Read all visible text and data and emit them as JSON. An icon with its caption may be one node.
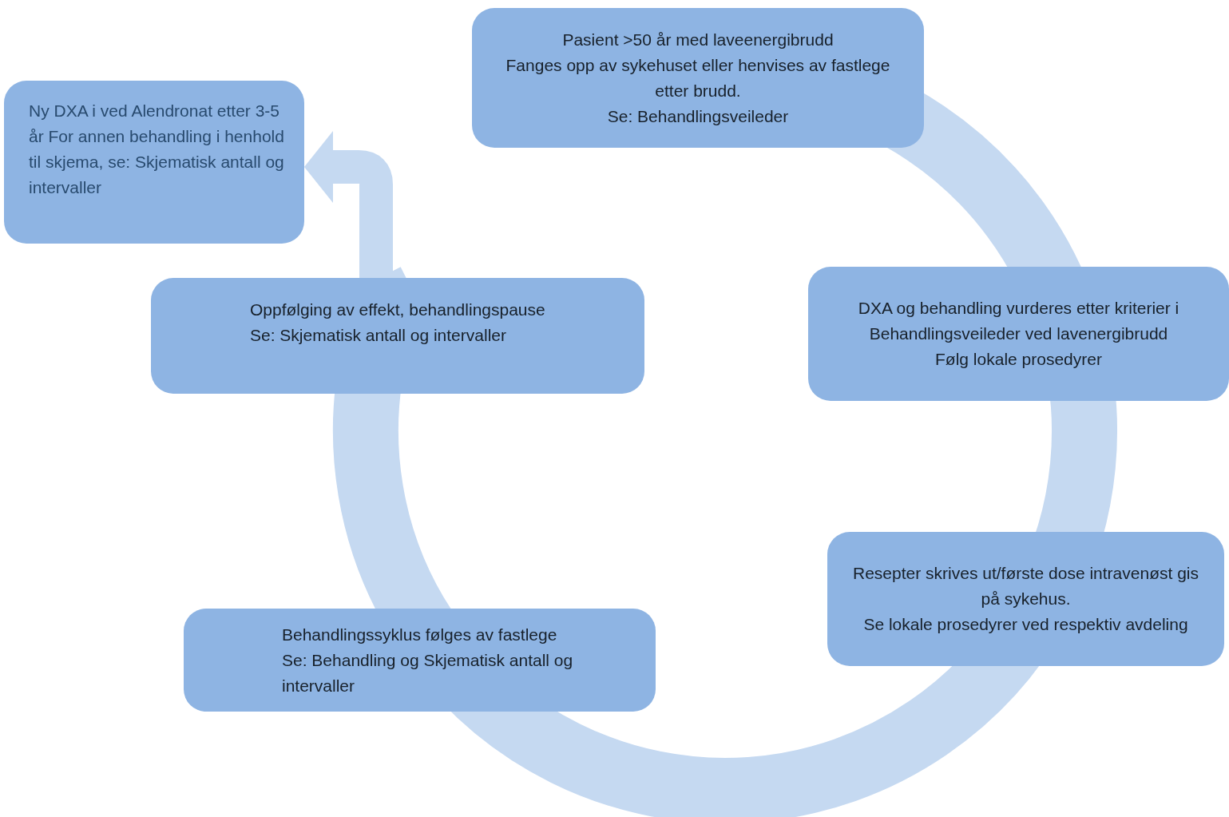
{
  "diagram": {
    "nodes": [
      {
        "text": [
          "Pasient >50 år med laveenergibrudd",
          "Fanges opp av sykehuset eller henvises av fastlege etter brudd.",
          "Se: Behandlingsveileder"
        ]
      },
      {
        "text": [
          "DXA og behandling vurderes etter kriterier i Behandlingsveileder ved lavenergibrudd",
          "Følg lokale prosedyrer"
        ]
      },
      {
        "text": [
          "Resepter skrives ut/første dose intravenøst gis på sykehus.",
          "Se lokale prosedyrer ved respektiv avdeling"
        ]
      },
      {
        "text": [
          "Behandlingssyklus følges av fastlege",
          "Se: Behandling og Skjematisk antall og intervaller"
        ]
      },
      {
        "text": [
          "Oppfølging av effekt, behandlingspause",
          "Se: Skjematisk antall og intervaller"
        ]
      },
      {
        "text": [
          "Ny DXA i ved Alendronat etter 3-5 år For annen behandling i henhold til skjema, se: Skjematisk antall og intervaller"
        ]
      }
    ],
    "edges": [
      {
        "from": 0,
        "to": 1,
        "arrow": "none"
      },
      {
        "from": 1,
        "to": 2,
        "arrow": "none"
      },
      {
        "from": 2,
        "to": 3,
        "arrow": "none"
      },
      {
        "from": 3,
        "to": 4,
        "arrow": "to"
      },
      {
        "from": 4,
        "to": 5,
        "arrow": "to"
      }
    ]
  }
}
